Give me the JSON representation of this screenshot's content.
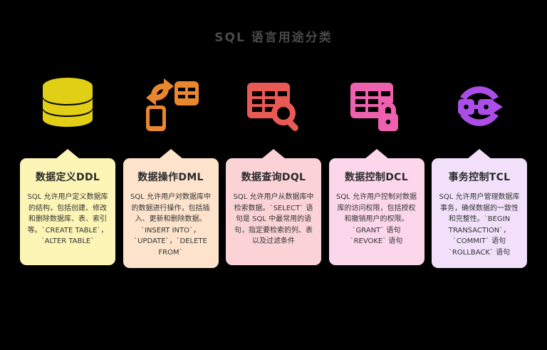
{
  "title": "SQL 语言用途分类",
  "colors": {
    "background": "#000000",
    "title_text": "#4a4a4a",
    "ddl_icon": "#e0cf14",
    "dml_icon": "#e8872d",
    "dql_icon": "#ea5a55",
    "dcl_icon": "#ee61ae",
    "tcl_icon": "#ab4ee8",
    "ddl_card": "#fdf5b6",
    "dml_card": "#fde3cc",
    "dql_card": "#fbd3d7",
    "dcl_card": "#fcd6ea",
    "tcl_card": "#f2e0fb"
  },
  "cards": [
    {
      "icon_name": "database-stack-icon",
      "title": "数据定义DDL",
      "body": "SQL 允许用户定义数据库的结构，包括创建、修改和删除数据库、表、索引等。`CREATE TABLE`，`ALTER TABLE`"
    },
    {
      "icon_name": "data-sync-table-icon",
      "title": "数据操作DML",
      "body": "SQL 允许用户对数据库中的数据进行操作，包括插入、更新和删除数据。`INSERT INTO`，`UPDATE`，`DELETE FROM`"
    },
    {
      "icon_name": "table-search-icon",
      "title": "数据查询DQL",
      "body": "SQL 允许用户从数据库中检索数据。`SELECT` 语句是 SQL 中最常用的语句，指定要检索的列、表以及过滤条件"
    },
    {
      "icon_name": "table-lock-icon",
      "title": "数据控制DCL",
      "body": "SQL 允许用户控制对数据库的访问权限，包括授权和撤销用户的权限。`GRANT` 语句 `REVOKE` 语句"
    },
    {
      "icon_name": "transaction-blocks-icon",
      "title": "事务控制TCL",
      "body": "SQL 允许用户管理数据库事务，确保数据的一致性和完整性。`BEGIN TRANSACTION`，`COMMIT` 语句 `ROLLBACK` 语句"
    }
  ]
}
